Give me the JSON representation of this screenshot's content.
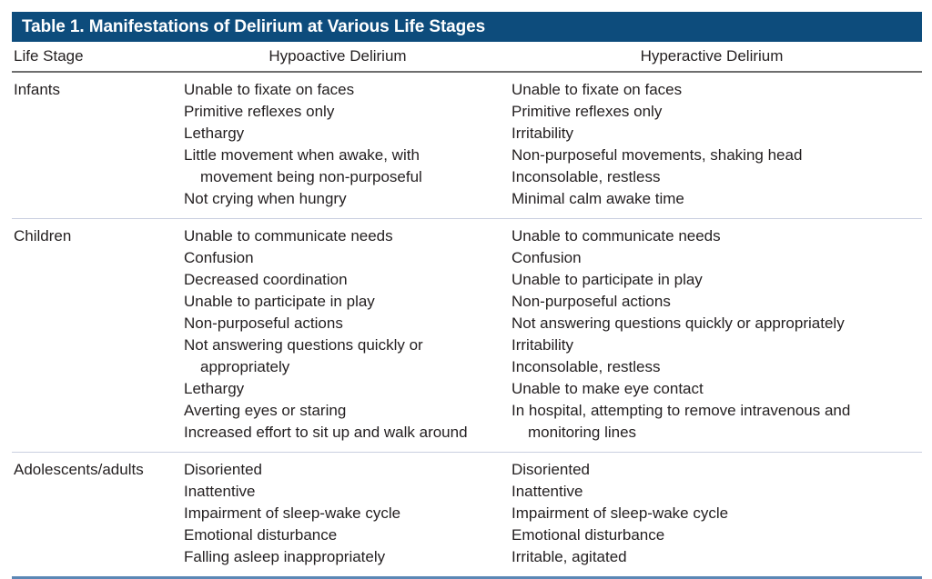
{
  "figure": {
    "title": "Table 1. Manifestations of Delirium at Various Life Stages",
    "title_bar_color": "#0d4c7c",
    "title_text_color": "#ffffff",
    "header_rule_color": "#6e6e6e",
    "section_rule_color": "#c9cfe0",
    "bottom_rule_color": "#5b87b5",
    "body_text_color": "#231f20"
  },
  "columns": [
    {
      "key": "life_stage",
      "label": "Life Stage",
      "align": "left"
    },
    {
      "key": "hypoactive",
      "label": "Hypoactive Delirium",
      "align": "center"
    },
    {
      "key": "hyperactive",
      "label": "Hyperactive Delirium",
      "align": "center"
    }
  ],
  "rows": [
    {
      "life_stage": "Infants",
      "hypoactive": [
        "Unable to fixate on faces",
        "Primitive reflexes only",
        "Lethargy",
        "Little movement when awake, with movement being non-purposeful",
        "Not crying when hungry"
      ],
      "hyperactive": [
        "Unable to fixate on faces",
        "Primitive reflexes only",
        "Irritability",
        "Non-purposeful movements, shaking head",
        "Inconsolable, restless",
        "Minimal calm awake time"
      ]
    },
    {
      "life_stage": "Children",
      "hypoactive": [
        "Unable to communicate needs",
        "Confusion",
        "Decreased coordination",
        "Unable to participate in play",
        "Non-purposeful actions",
        "Not answering questions quickly or appropriately",
        "Lethargy",
        "Averting eyes or staring",
        "Increased effort to sit up and walk around"
      ],
      "hyperactive": [
        "Unable to communicate needs",
        "Confusion",
        "Unable to participate in play",
        "Non-purposeful actions",
        "Not answering questions quickly or appropriately",
        "Irritability",
        "Inconsolable, restless",
        "Unable to make eye contact",
        "In hospital, attempting to remove intravenous and monitoring lines"
      ]
    },
    {
      "life_stage": "Adolescents/adults",
      "hypoactive": [
        "Disoriented",
        "Inattentive",
        "Impairment of sleep-wake cycle",
        "Emotional disturbance",
        "Falling asleep inappropriately"
      ],
      "hyperactive": [
        "Disoriented",
        "Inattentive",
        "Impairment of sleep-wake cycle",
        "Emotional disturbance",
        "Irritable, agitated"
      ]
    }
  ]
}
